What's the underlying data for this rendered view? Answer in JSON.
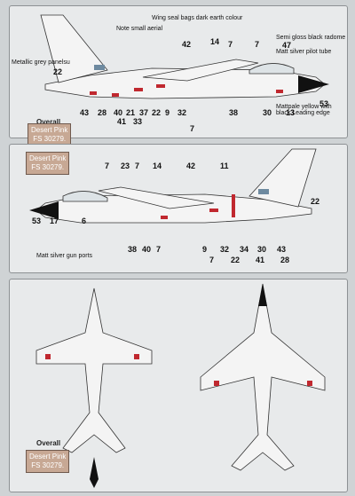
{
  "side_view_1": {
    "overall_label": "Overall",
    "colour_line1": "Desert Pink",
    "colour_line2": "FS 30279.",
    "callouts": {
      "aerial": "Note small aerial",
      "wing_seal": "Wing seal bags dark earth colour",
      "radome": "Semi gloss black radome",
      "pitot": "Matt silver pilot tube",
      "metallic": "Metallic grey panelsu",
      "leading_edge": "Mattpale yellow with black Leading edge"
    },
    "numbers": [
      "42",
      "14",
      "7",
      "7",
      "47",
      "22",
      "53",
      "43",
      "28",
      "40",
      "21",
      "37",
      "22",
      "9",
      "32",
      "41",
      "33",
      "7",
      "38",
      "30",
      "13"
    ]
  },
  "side_view_2": {
    "colour_line1": "Desert Pink",
    "colour_line2": "FS 30279.",
    "callout_gun": "Matt silver gun ports",
    "numbers": [
      "7",
      "23",
      "7",
      "14",
      "42",
      "11",
      "22",
      "53",
      "17",
      "6",
      "38",
      "40",
      "7",
      "9",
      "32",
      "34",
      "30",
      "43",
      "7",
      "22",
      "41",
      "28"
    ]
  },
  "plan_view": {
    "overall_label": "Overall",
    "colour_line1": "Desert Pink",
    "colour_line2": "FS 30279."
  },
  "colors": {
    "camo": "#c7a894",
    "red": "#c0282f",
    "panel_bg": "#e8eaeb",
    "line": "#333333"
  }
}
